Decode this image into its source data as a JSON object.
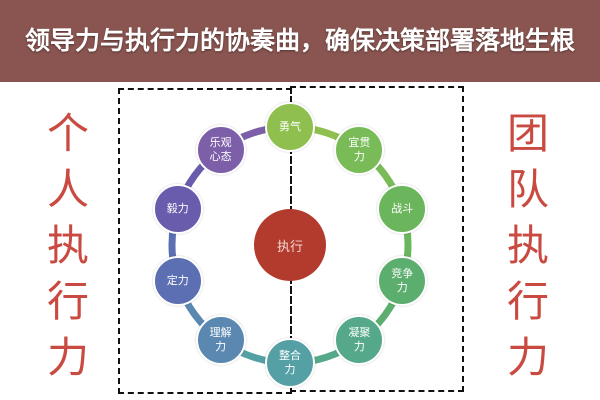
{
  "left_label": [
    "个",
    "人",
    "执",
    "行",
    "力"
  ],
  "right_label": [
    "团",
    "队",
    "执",
    "行",
    "力"
  ],
  "center": {
    "label": "执行"
  },
  "nodes": [
    {
      "label": "勇气",
      "color": "#8fbf4e"
    },
    {
      "label": "宜贯力",
      "color": "#79bb56"
    },
    {
      "label": "战斗",
      "color": "#6bb55d"
    },
    {
      "label": "竞争力",
      "color": "#5cae6e"
    },
    {
      "label": "凝聚力",
      "color": "#55a88a"
    },
    {
      "label": "整合力",
      "color": "#55a0a4"
    },
    {
      "label": "理解力",
      "color": "#5a88b0"
    },
    {
      "label": "定力",
      "color": "#5d6fb3"
    },
    {
      "label": "毅力",
      "color": "#6a5cad"
    },
    {
      "label": "乐观心态",
      "color": "#7c5fa8"
    }
  ],
  "banner": {
    "title": "领导力与执行力的协奏曲，确保决策部署落地生根"
  }
}
